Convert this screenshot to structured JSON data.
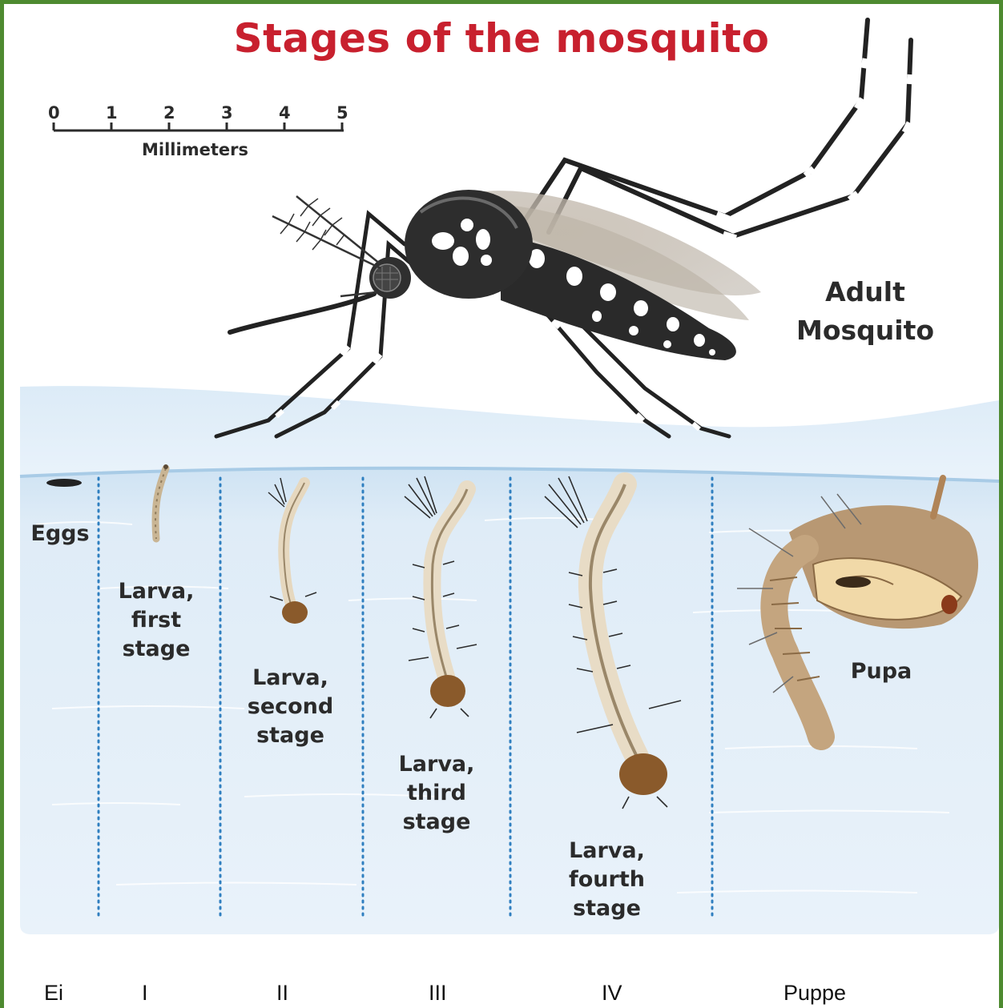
{
  "title": "Stages of the mosquito",
  "scale": {
    "ticks": [
      "0",
      "1",
      "2",
      "3",
      "4",
      "5"
    ],
    "unit_label": "Millimeters"
  },
  "labels": {
    "adult": "Adult\nMosquito",
    "eggs": "Eggs",
    "larva1": "Larva,\nfirst\nstage",
    "larva2": "Larva,\nsecond\nstage",
    "larva3": "Larva,\nthird\nstage",
    "larva4": "Larva,\nfourth\nstage",
    "pupa": "Pupa"
  },
  "bottom_labels": [
    "Ei",
    "I",
    "II",
    "III",
    "IV",
    "Puppe"
  ],
  "colors": {
    "title": "#c8202e",
    "border": "#4e8a30",
    "water": "#d6e8f5",
    "divider": "#2f7fc0"
  }
}
